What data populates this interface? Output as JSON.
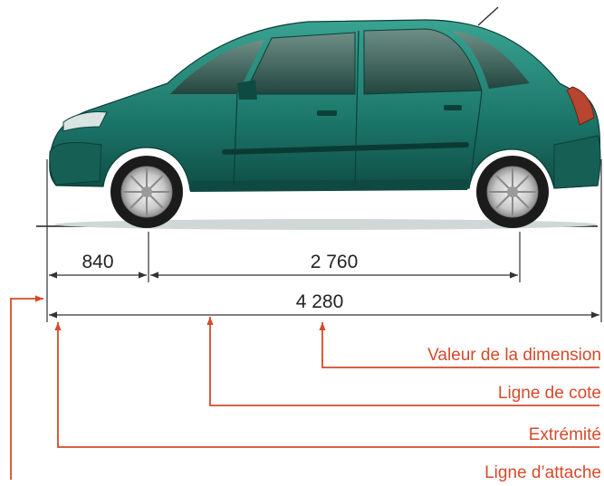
{
  "dimensions": {
    "front_overhang": "840",
    "wheelbase": "2 760",
    "overall_length": "4 280"
  },
  "legend": {
    "value": "Valeur de la dimension",
    "dimension_line": "Ligne de cote",
    "extremity": "Extrémité",
    "extension_line": "Ligne d’attache"
  },
  "colors": {
    "car_body": "#1f7c70",
    "callout": "#d64a2a",
    "line": "#333333"
  }
}
